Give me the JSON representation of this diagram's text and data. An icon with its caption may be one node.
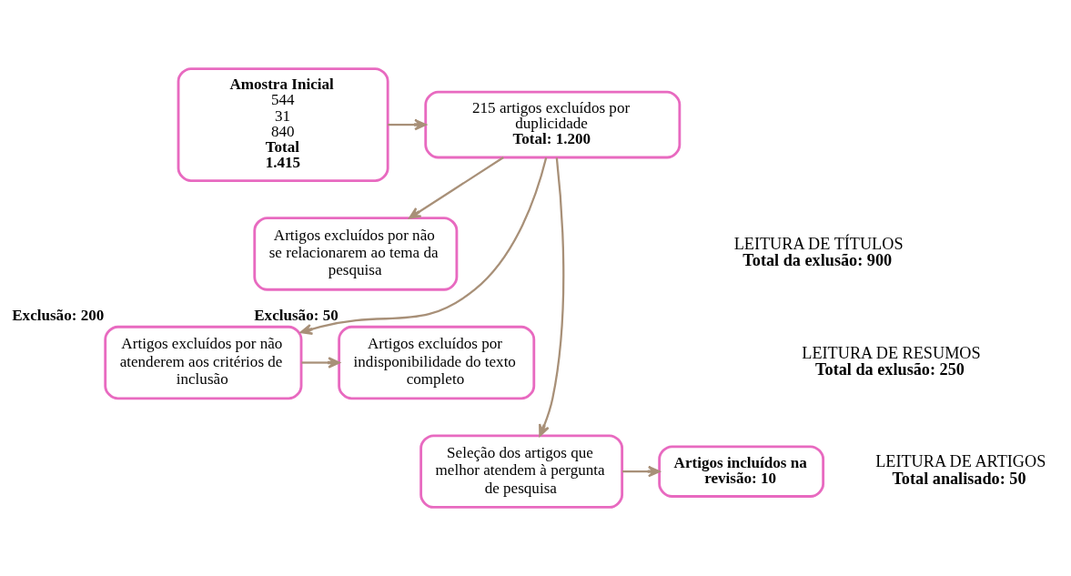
{
  "diagram": {
    "nodes": [
      {
        "text": [
          "Amostra Inicial",
          "544",
          "31",
          "840",
          "Total",
          "1.415"
        ]
      },
      {
        "text": [
          "215 artigos excluídos por duplicidade",
          "Total: 1.200"
        ]
      },
      {
        "text": [
          "Artigos excluídos por não se relacionarem ao tema da pesquisa"
        ]
      },
      {
        "text": [
          "Artigos excluídos por indisponibilidade do texto completo"
        ],
        "beside": [
          "Exclusão: 50"
        ]
      },
      {
        "text": [
          "Artigos excluídos por não atenderem aos critérios de inclusão"
        ],
        "beside": [
          "Exclusão: 200"
        ]
      },
      {
        "text": [
          "Artigos incluídos na revisão: 10"
        ]
      },
      {
        "text": [
          "Seleção dos artigos que melhor atendem à pergunta de pesquisa"
        ]
      }
    ],
    "edges": [
      {
        "from": 0,
        "to": 1,
        "arrow": "to"
      },
      {
        "from": 1,
        "to": 2,
        "arrow": "to"
      },
      {
        "from": 1,
        "to": 4,
        "arrow": "to"
      },
      {
        "from": 1,
        "to": 6,
        "arrow": "to"
      },
      {
        "from": 4,
        "to": 3,
        "arrow": "to"
      },
      {
        "from": 6,
        "to": 5,
        "arrow": "to"
      }
    ],
    "labels": [
      "LEITURA DE TÍTULOS",
      "Total da exlusão: 900",
      "LEITURA DE RESUMOS",
      "Total da exlusão: 250",
      "LEITURA DE ARTIGOS",
      "Total analisado: 50"
    ]
  }
}
